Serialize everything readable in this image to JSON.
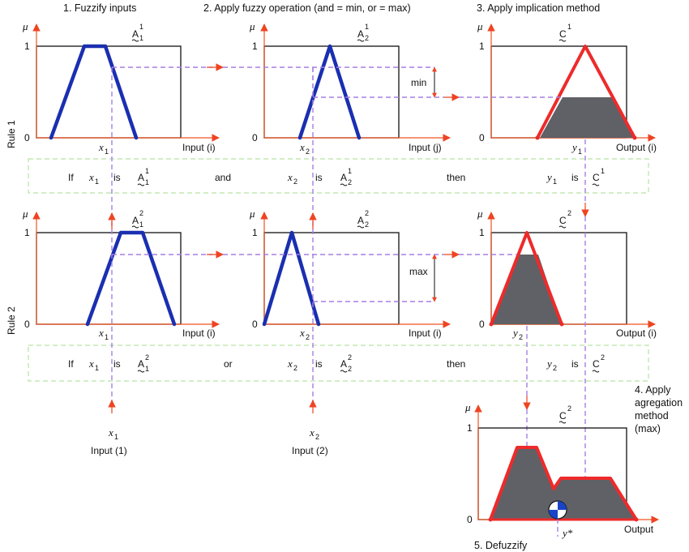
{
  "headers": {
    "step1": "1. Fuzzify inputs",
    "step2": "2. Apply fuzzy operation (and = min, or = max)",
    "step3": "3. Apply implication method",
    "step4_line1": "4. Apply",
    "step4_line2": "agregation",
    "step4_line3": "method",
    "step4_line4": "(max)",
    "step5": "5. Defuzzify"
  },
  "rules": {
    "rule1": "Rule 1",
    "rule2": "Rule 2"
  },
  "axes": {
    "mu": "μ",
    "one": "1",
    "zero": "0",
    "input_i": "Input (i)",
    "input_j": "Input (j)",
    "output_i": "Output (i)",
    "output": "Output"
  },
  "sets": {
    "A": "A",
    "C": "C",
    "sub1": "1",
    "sub2": "2",
    "sup1": "1",
    "sup2": "2"
  },
  "vars": {
    "x": "x",
    "y": "y",
    "ystar": "y*"
  },
  "ops": {
    "min": "min",
    "max": "max"
  },
  "rule_text": {
    "if": "If",
    "is": "is",
    "and": "and",
    "or": "or",
    "then": "then"
  },
  "inputs": {
    "input1": "Input (1)",
    "input2": "Input (2)"
  },
  "colors": {
    "membership": "#1a2fb0",
    "implication": "#ee2a2a",
    "clipped_fill": "#5f6166",
    "dashed_guides": "#a57fe0",
    "axis_arrows": "#ee5522",
    "rule_box": "#b6e3a2"
  }
}
